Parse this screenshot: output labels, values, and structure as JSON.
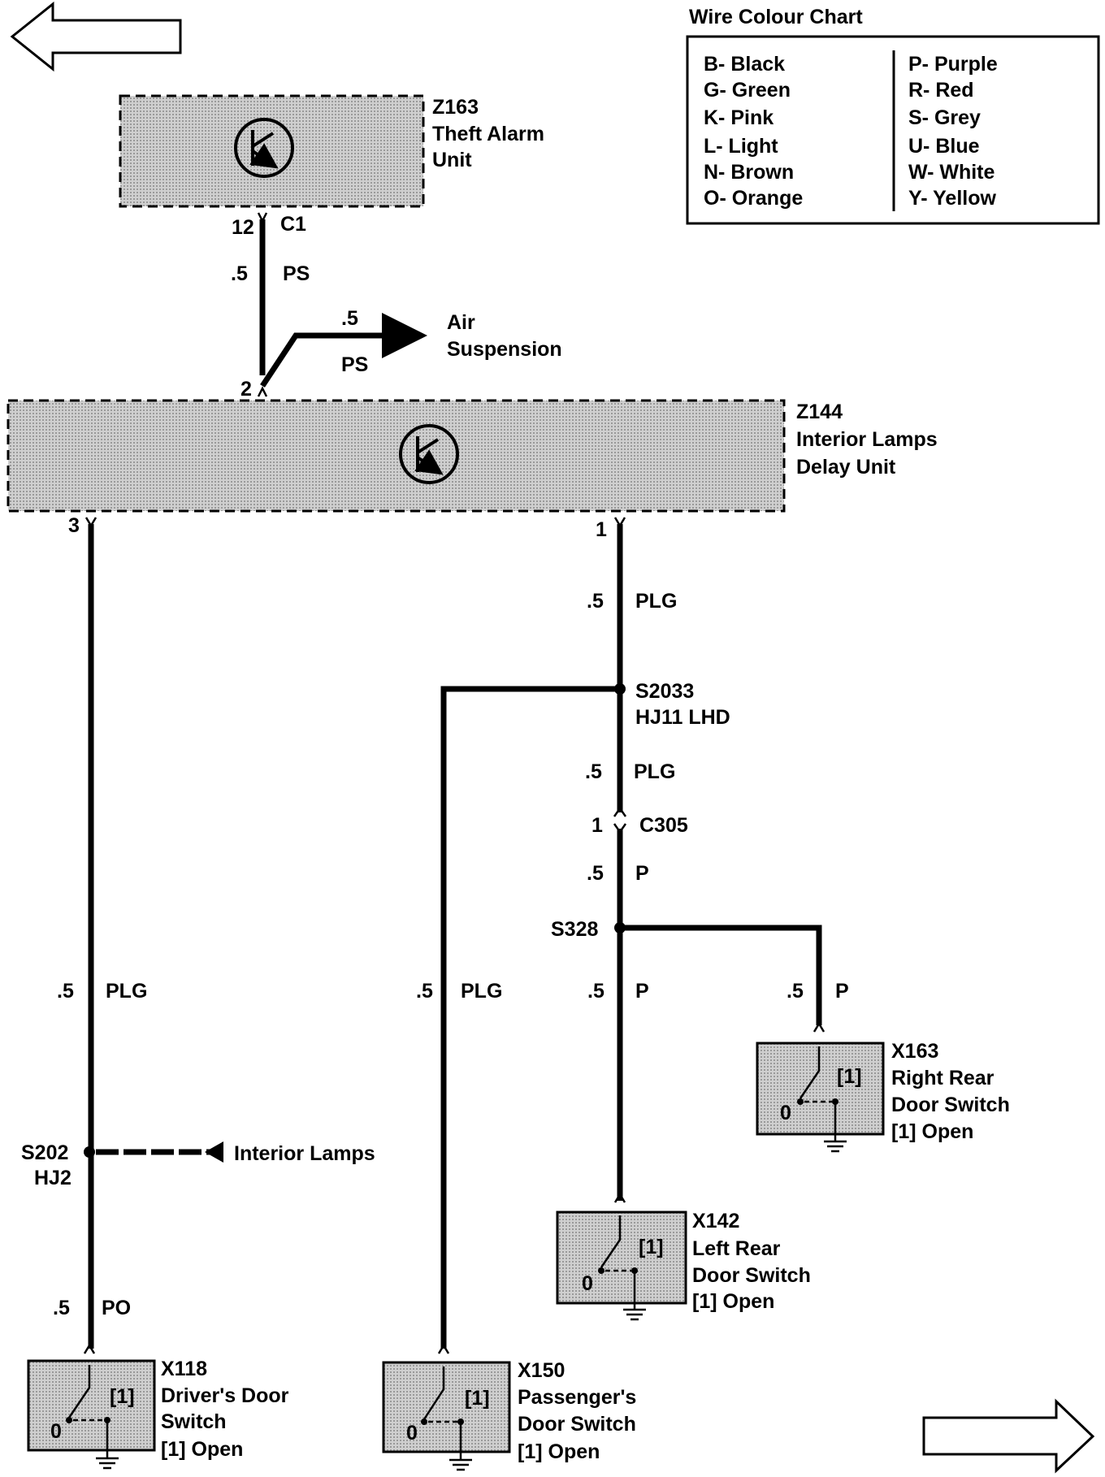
{
  "wire_colour_chart": {
    "title": "Wire Colour Chart",
    "left_column": [
      "B- Black",
      "G- Green",
      "K- Pink",
      "L- Light",
      "N- Brown",
      "O- Orange"
    ],
    "right_column": [
      "P- Purple",
      "R- Red",
      "S- Grey",
      "U- Blue",
      "W- White",
      "Y- Yellow"
    ]
  },
  "components": {
    "z163": {
      "id": "Z163",
      "name_line1": "Theft Alarm",
      "name_line2": "Unit",
      "pin": "12",
      "connector": "C1"
    },
    "z144": {
      "id": "Z144",
      "name_line1": "Interior Lamps",
      "name_line2": "Delay Unit",
      "pin_in": "2",
      "pin_left": "3",
      "pin_right": "1"
    },
    "x118": {
      "id": "X118",
      "name_line1": "Driver's Door",
      "name_line2": "Switch",
      "state_note": "[1]  Open",
      "contact_ref": "[1]",
      "contact_zero": "0"
    },
    "x150": {
      "id": "X150",
      "name_line1": "Passenger's",
      "name_line2": "Door Switch",
      "state_note": "[1]  Open",
      "contact_ref": "[1]",
      "contact_zero": "0"
    },
    "x142": {
      "id": "X142",
      "name_line1": "Left Rear",
      "name_line2": "Door Switch",
      "state_note": "[1]  Open",
      "contact_ref": "[1]",
      "contact_zero": "0"
    },
    "x163": {
      "id": "X163",
      "name_line1": "Right Rear",
      "name_line2": "Door Switch",
      "state_note": "[1]  Open",
      "contact_ref": "[1]",
      "contact_zero": "0"
    }
  },
  "wires": {
    "alarm_to_delay": {
      "size": ".5",
      "colour": "PS"
    },
    "air_suspension": {
      "size": ".5",
      "colour": "PS",
      "label_line1": "Air",
      "label_line2": "Suspension"
    },
    "left_main": {
      "size": ".5",
      "colour": "PLG"
    },
    "left_lower": {
      "size": ".5",
      "colour": "PO"
    },
    "right_upper": {
      "size": ".5",
      "colour": "PLG"
    },
    "passenger": {
      "size": ".5",
      "colour": "PLG"
    },
    "right_mid": {
      "size": ".5",
      "colour": "PLG"
    },
    "right_below_c305": {
      "size": ".5",
      "colour": "P"
    },
    "left_rear": {
      "size": ".5",
      "colour": "P"
    },
    "right_rear": {
      "size": ".5",
      "colour": "P"
    }
  },
  "splices": {
    "s2033": {
      "id": "S2033",
      "harness": "HJ11  LHD"
    },
    "s328": {
      "id": "S328"
    },
    "s202": {
      "id": "S202",
      "harness": "HJ2",
      "branch_label": "Interior Lamps"
    }
  },
  "connectors": {
    "c305": {
      "id": "C305",
      "pin": "1"
    }
  },
  "navigation": {
    "prev_arrow": "arrow-left-icon",
    "next_arrow": "arrow-right-icon"
  }
}
